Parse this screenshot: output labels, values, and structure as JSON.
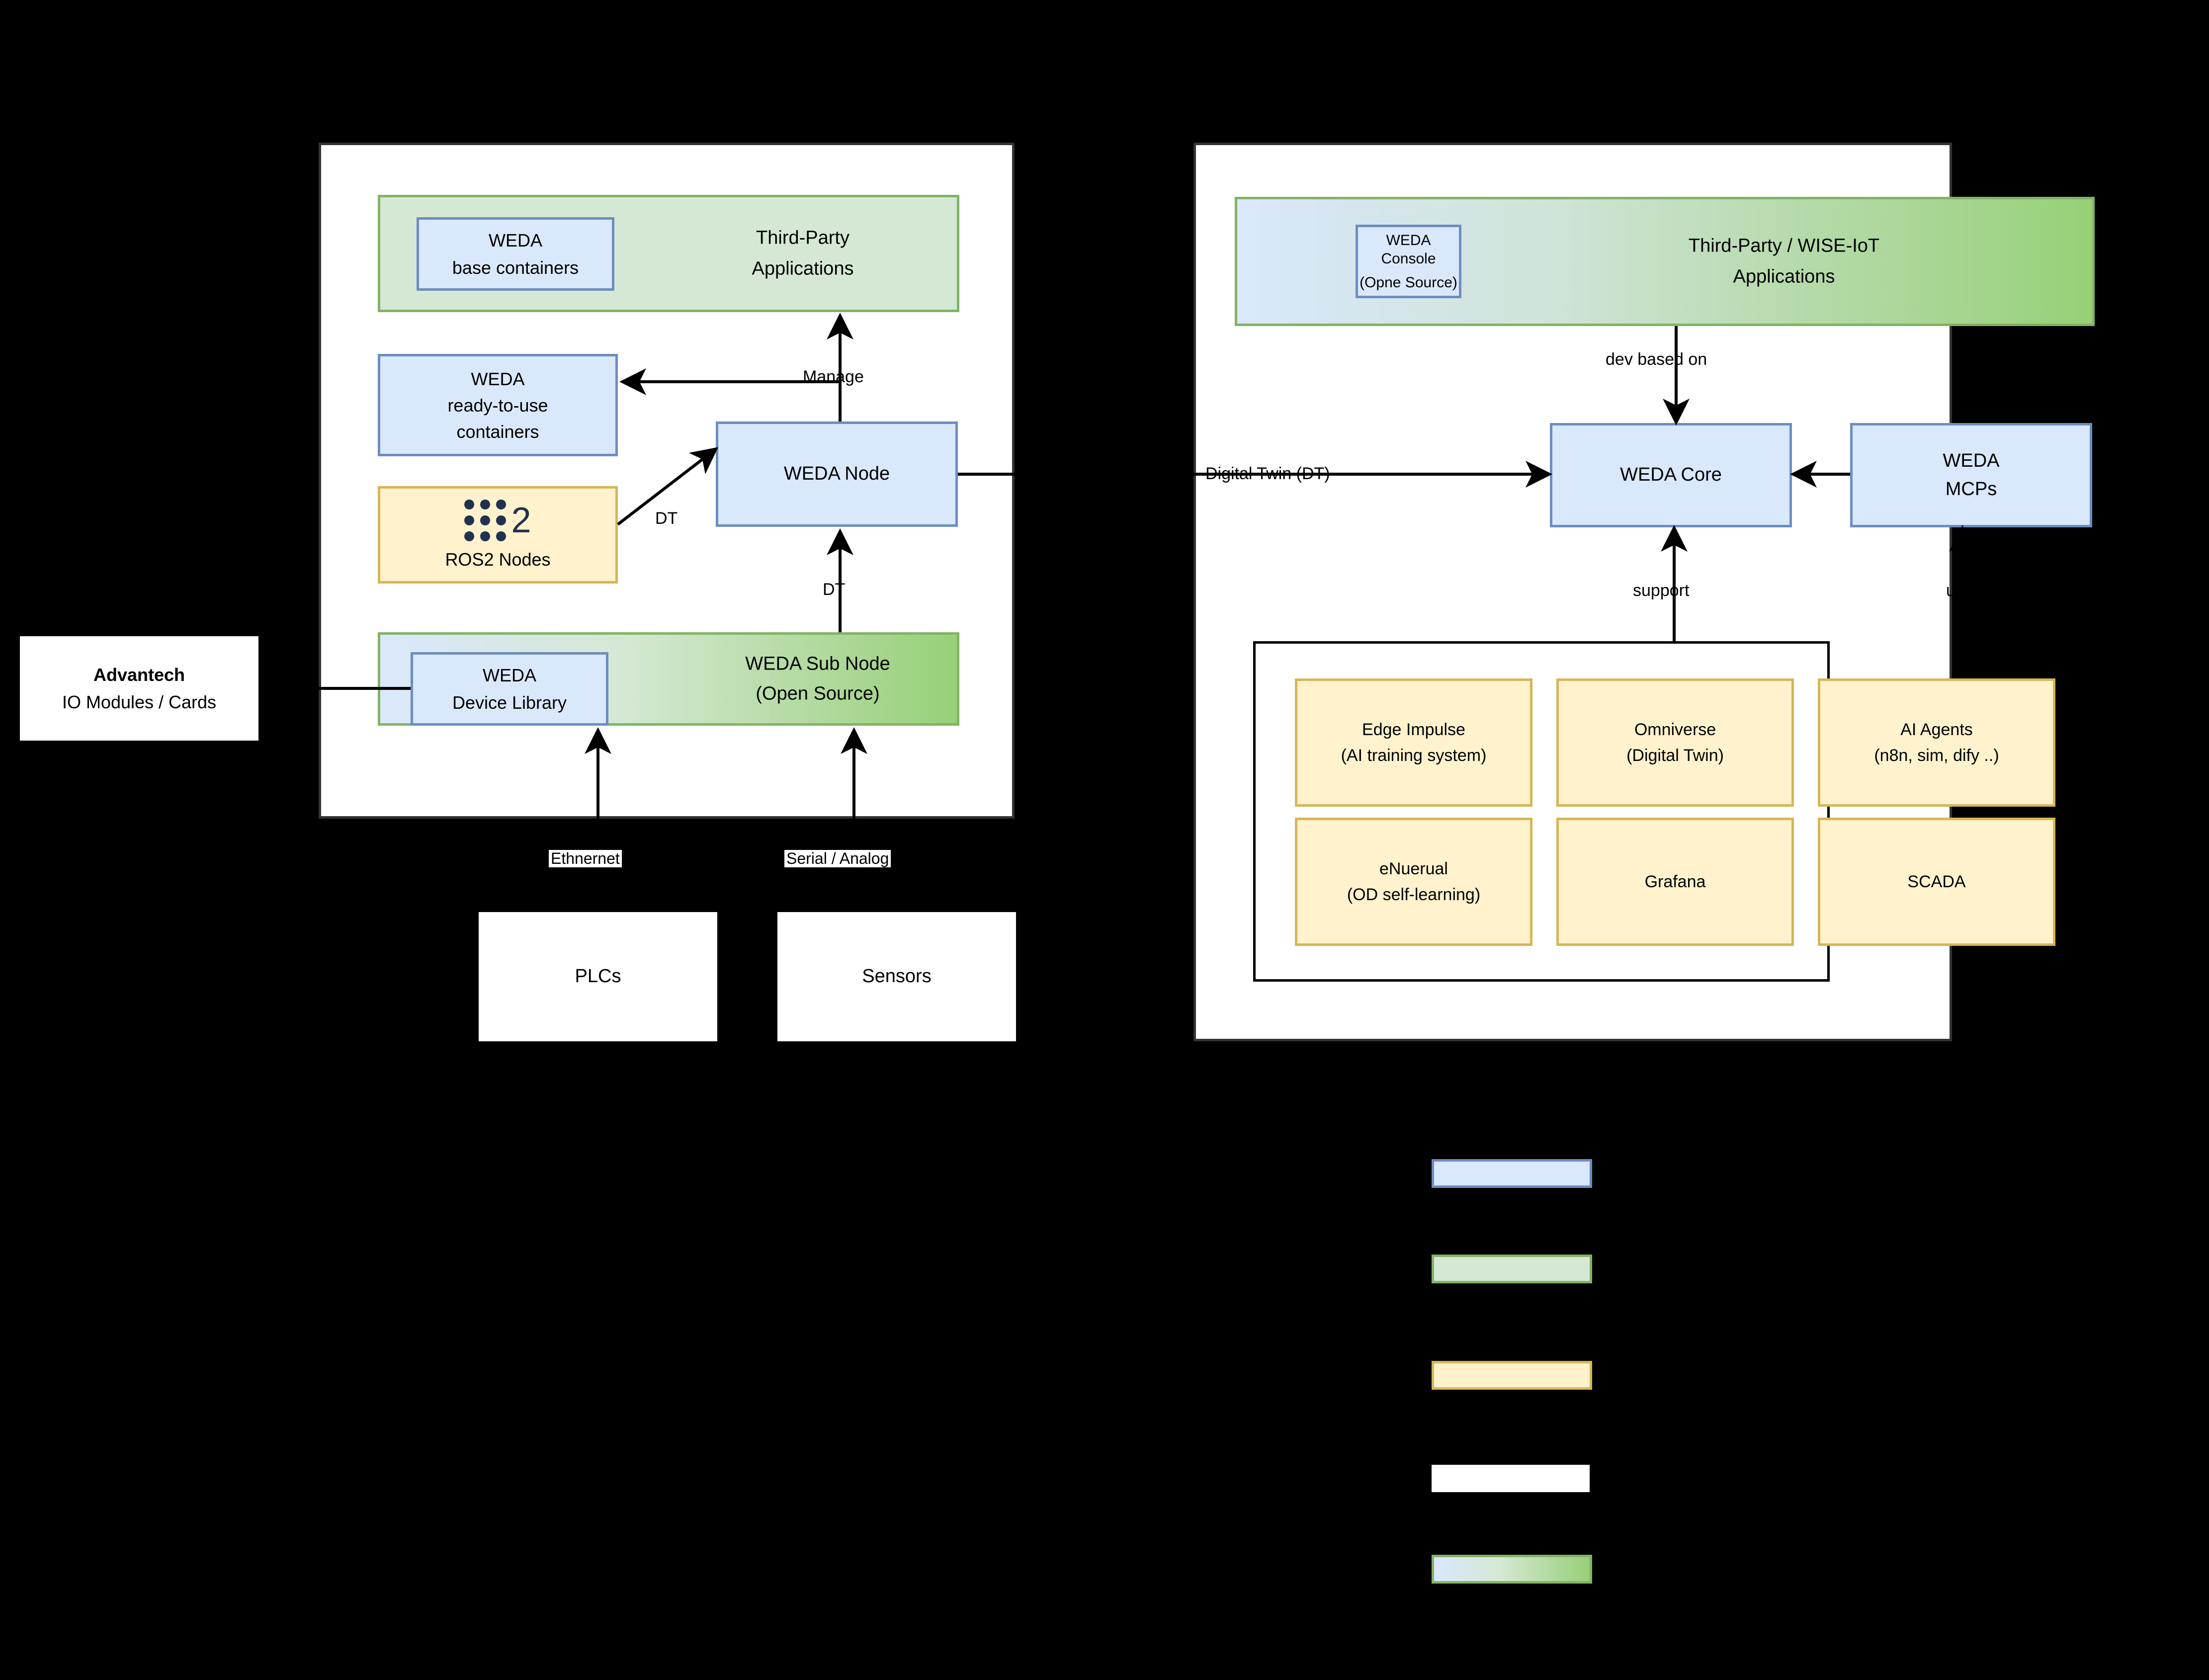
{
  "left_panel": {
    "third_party_band": {
      "label": "Third-Party\nApplications",
      "line1": "Third-Party",
      "line2": "Applications"
    },
    "base_containers": {
      "line1": "WEDA",
      "line2": "base containers"
    },
    "ready_to_use": {
      "line1": "WEDA",
      "line2": "ready-to-use",
      "line3": "containers"
    },
    "ros2": {
      "icon": "ros2-logo-icon",
      "number": "2",
      "label": "ROS2 Nodes"
    },
    "weda_node": {
      "label": "WEDA Node"
    },
    "sub_node": {
      "line1": "WEDA Sub Node",
      "line2": "(Open Source)"
    },
    "device_library": {
      "line1": "WEDA",
      "line2": "Device Library"
    },
    "edges": {
      "manage": "Manage",
      "dt_ros2": "DT",
      "dt_subnode": "DT"
    }
  },
  "right_panel": {
    "apps_band": {
      "line1": "Third-Party / WISE-IoT",
      "line2": "Applications"
    },
    "weda_console": {
      "line1": "WEDA Console",
      "line2": "(Opne Source)"
    },
    "weda_core": {
      "label": "WEDA Core"
    },
    "weda_mcps": {
      "line1": "WEDA",
      "line2": "MCPs"
    },
    "edges": {
      "dev_based_on": "dev based on",
      "digital_twin": "Digital Twin (DT)",
      "support": "support",
      "use": "use"
    },
    "apps_grid": [
      {
        "line1": "Edge Impulse",
        "line2": "(AI training system)"
      },
      {
        "line1": "Omniverse",
        "line2": "(Digital Twin)"
      },
      {
        "line1": "AI Agents",
        "line2": "(n8n, sim, dify ..)"
      },
      {
        "line1": "eNuerual",
        "line2": "(OD self-learning)"
      },
      {
        "line1": "Grafana",
        "line2": ""
      },
      {
        "line1": "SCADA",
        "line2": ""
      }
    ]
  },
  "external": {
    "advantech": {
      "line1": "Advantech",
      "line2": "IO Modules / Cards"
    },
    "plcs": {
      "label": "PLCs"
    },
    "sensors": {
      "label": "Sensors"
    },
    "ethernet_label": "Ethnernet",
    "serial_label": "Serial / Analog"
  },
  "legend": {
    "items": [
      {
        "name": "blue-swatch",
        "fill": "#dae8fc",
        "stroke": "#6c8ebf",
        "label": ""
      },
      {
        "name": "green-swatch",
        "fill": "#d5e8d4",
        "stroke": "#82b366",
        "label": ""
      },
      {
        "name": "yellow-swatch",
        "fill": "#fff2cc",
        "stroke": "#d6b656",
        "label": ""
      },
      {
        "name": "white-swatch",
        "fill": "#ffffff",
        "stroke": "none",
        "label": ""
      },
      {
        "name": "gradient-swatch",
        "fill": "linear-gradient(#dae8fc,#97d077)",
        "stroke": "#82b366",
        "label": ""
      }
    ]
  },
  "colors": {
    "blue_fill": "#dae8fc",
    "blue_stroke": "#6c8ebf",
    "green_fill": "#d5e8d4",
    "green_stroke": "#82b366",
    "yellow_fill": "#fff2cc",
    "yellow_stroke": "#d6b656",
    "panel_stroke": "#333333",
    "background": "#000000",
    "ros2_navy": "#22314f"
  }
}
